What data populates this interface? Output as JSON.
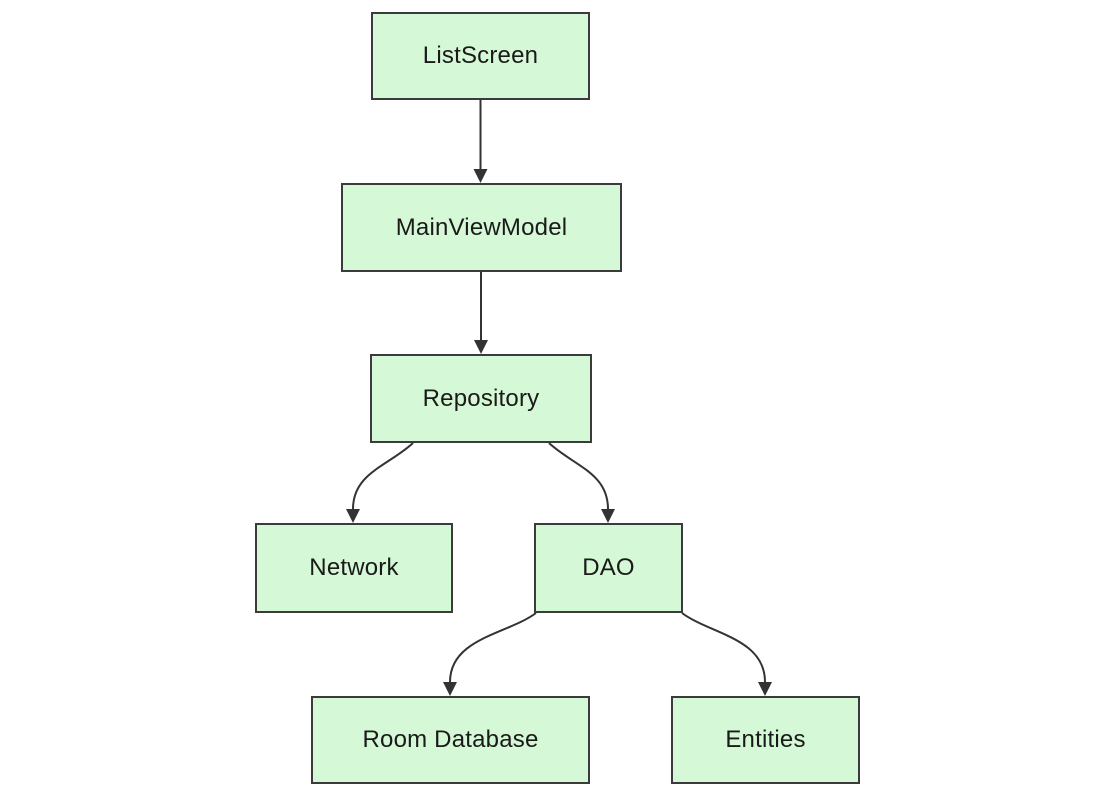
{
  "diagram": {
    "type": "flowchart",
    "direction": "top-down",
    "colors": {
      "canvas_bg": "#ffffff",
      "node_fill": "#d5f8d6",
      "node_border": "#3b3b3b",
      "edge_color": "#333333",
      "text_color": "#1a1a1a"
    },
    "nodes": [
      {
        "id": "listscreen",
        "label": "ListScreen"
      },
      {
        "id": "mainviewmodel",
        "label": "MainViewModel"
      },
      {
        "id": "repository",
        "label": "Repository"
      },
      {
        "id": "network",
        "label": "Network"
      },
      {
        "id": "dao",
        "label": "DAO"
      },
      {
        "id": "room_database",
        "label": "Room Database"
      },
      {
        "id": "entities",
        "label": "Entities"
      }
    ],
    "edges": [
      {
        "from": "ListScreen",
        "to": "MainViewModel"
      },
      {
        "from": "MainViewModel",
        "to": "Repository"
      },
      {
        "from": "Repository",
        "to": "Network"
      },
      {
        "from": "Repository",
        "to": "DAO"
      },
      {
        "from": "DAO",
        "to": "Room Database"
      },
      {
        "from": "DAO",
        "to": "Entities"
      }
    ]
  }
}
